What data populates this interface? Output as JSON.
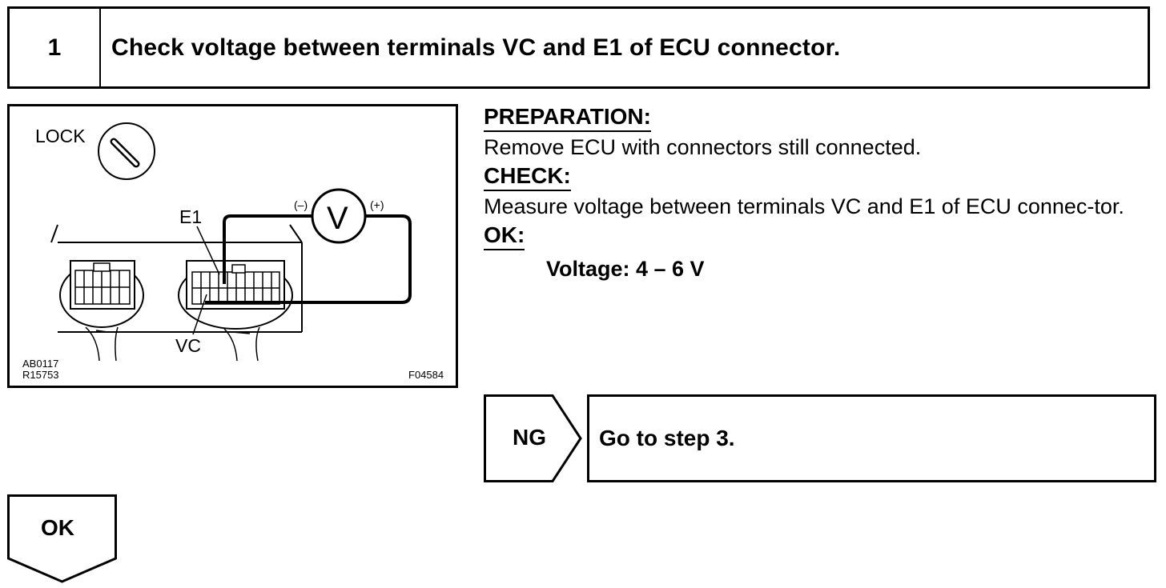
{
  "header": {
    "step_number": "1",
    "title": "Check voltage between terminals VC and E1 of ECU connector."
  },
  "illustration": {
    "lock_label": "LOCK",
    "e1_label": "E1",
    "vc_label": "VC",
    "meter_label": "V",
    "neg_label": "(–)",
    "pos_label": "(+)",
    "ref_code_1": "AB0117",
    "ref_code_2": "R15753",
    "figure_code": "F04584"
  },
  "instructions": {
    "preparation_heading": "PREPARATION:",
    "preparation_text": "Remove ECU with connectors still connected.",
    "check_heading": "CHECK:",
    "check_text": "Measure voltage between terminals VC and E1 of ECU connec-tor.",
    "ok_heading": "OK:",
    "ok_value": "Voltage: 4 – 6 V"
  },
  "results": {
    "ng_label": "NG",
    "ng_action": "Go to step 3.",
    "ok_label": "OK"
  }
}
